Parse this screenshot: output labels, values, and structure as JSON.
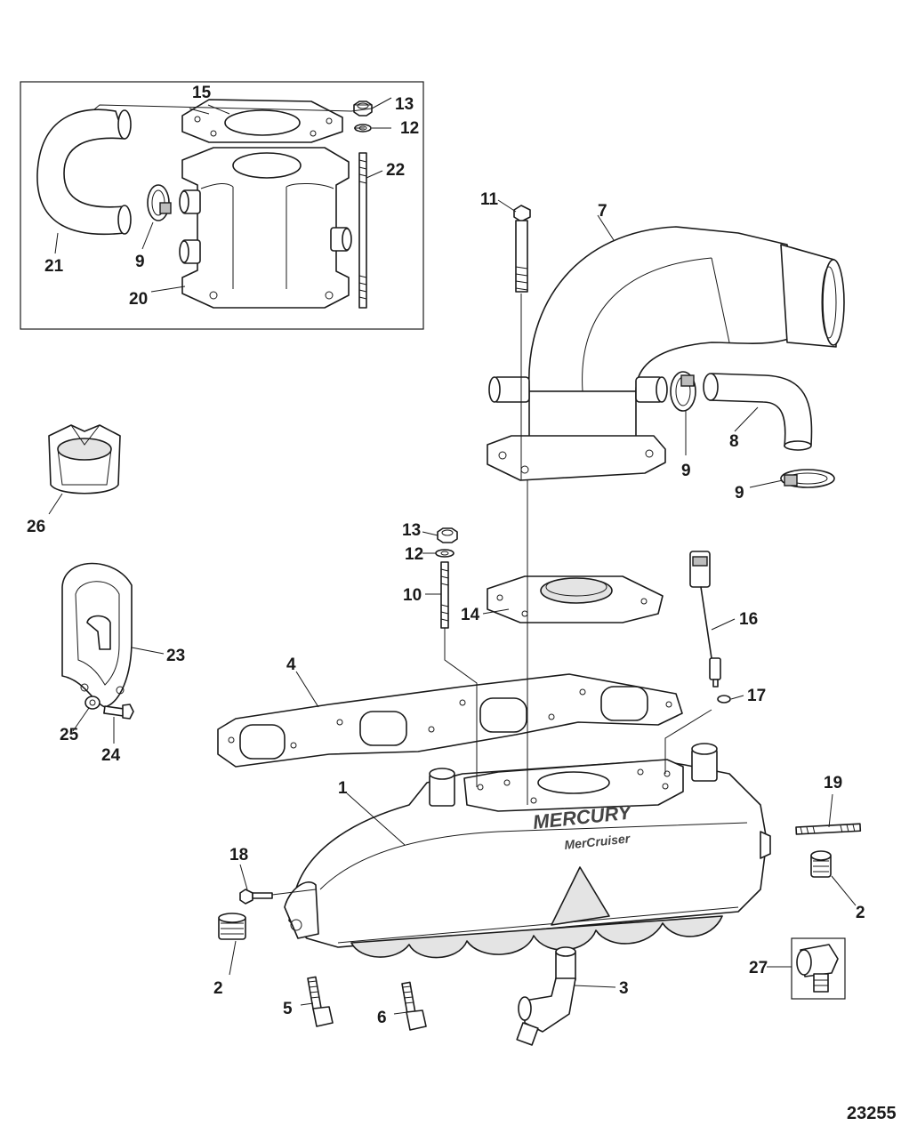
{
  "callouts": {
    "c1": "1",
    "c2a": "2",
    "c2b": "2",
    "c3": "3",
    "c4": "4",
    "c5": "5",
    "c6": "6",
    "c7": "7",
    "c8": "8",
    "c9a": "9",
    "c9b": "9",
    "c9c": "9",
    "c10": "10",
    "c11": "11",
    "c12a": "12",
    "c12b": "12",
    "c13a": "13",
    "c13b": "13",
    "c14": "14",
    "c15": "15",
    "c16": "16",
    "c17": "17",
    "c18": "18",
    "c19": "19",
    "c20": "20",
    "c21": "21",
    "c22": "22",
    "c23": "23",
    "c24": "24",
    "c25": "25",
    "c26": "26",
    "c27": "27"
  },
  "figure_number": "23255",
  "logo": {
    "brand": "MERCURY",
    "sub": "MerCruiser"
  }
}
